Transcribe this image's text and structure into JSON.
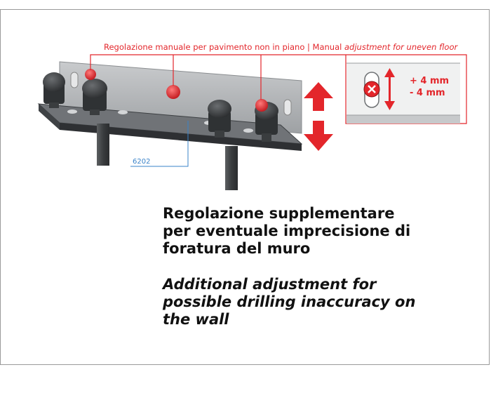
{
  "annotations": {
    "top_label_regular": "Regolazione manuale per pavimento non in piano | Manual",
    "top_label_italic": "adjustment for uneven floor",
    "part_number": "6202",
    "adjust_plus": "+ 4 mm",
    "adjust_minus": "- 4 mm"
  },
  "text": {
    "italian_line1": "Regolazione supplementare",
    "italian_line2": "per eventuale imprecisione di",
    "italian_line3": "foratura del muro",
    "english_line1": "Additional adjustment for",
    "english_line2": "possible drilling inaccuracy on",
    "english_line3": "the wall"
  },
  "colors": {
    "accent_red": "#e3262b",
    "callout_blue": "#3a83c9",
    "text": "#111111"
  },
  "icons": [
    "double-arrow-icon",
    "no-entry-icon",
    "vertical-arrow-icon"
  ]
}
